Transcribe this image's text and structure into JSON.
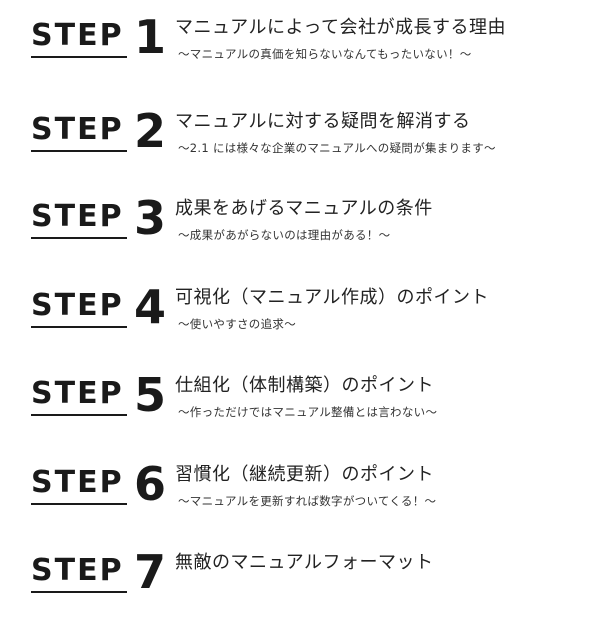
{
  "steps": [
    {
      "label": "STEP",
      "number": "1",
      "title": "マニュアルによって会社が成長する理由",
      "subtitle": "〜マニュアルの真価を知らないなんてもったいない！〜"
    },
    {
      "label": "STEP",
      "number": "2",
      "title": "マニュアルに対する疑問を解消する",
      "subtitle": "〜2.1 には様々な企業のマニュアルへの疑問が集まります〜"
    },
    {
      "label": "STEP",
      "number": "3",
      "title": "成果をあげるマニュアルの条件",
      "subtitle": "〜成果があがらないのは理由がある！〜"
    },
    {
      "label": "STEP",
      "number": "4",
      "title": "可視化（マニュアル作成）のポイント",
      "subtitle": "〜使いやすさの追求〜"
    },
    {
      "label": "STEP",
      "number": "5",
      "title": "仕組化（体制構築）のポイント",
      "subtitle": "〜作っただけではマニュアル整備とは言わない〜"
    },
    {
      "label": "STEP",
      "number": "6",
      "title": "習慣化（継続更新）のポイント",
      "subtitle": "〜マニュアルを更新すれば数字がついてくる！〜"
    },
    {
      "label": "STEP",
      "number": "7",
      "title": "無敵のマニュアルフォーマット",
      "subtitle": ""
    }
  ]
}
